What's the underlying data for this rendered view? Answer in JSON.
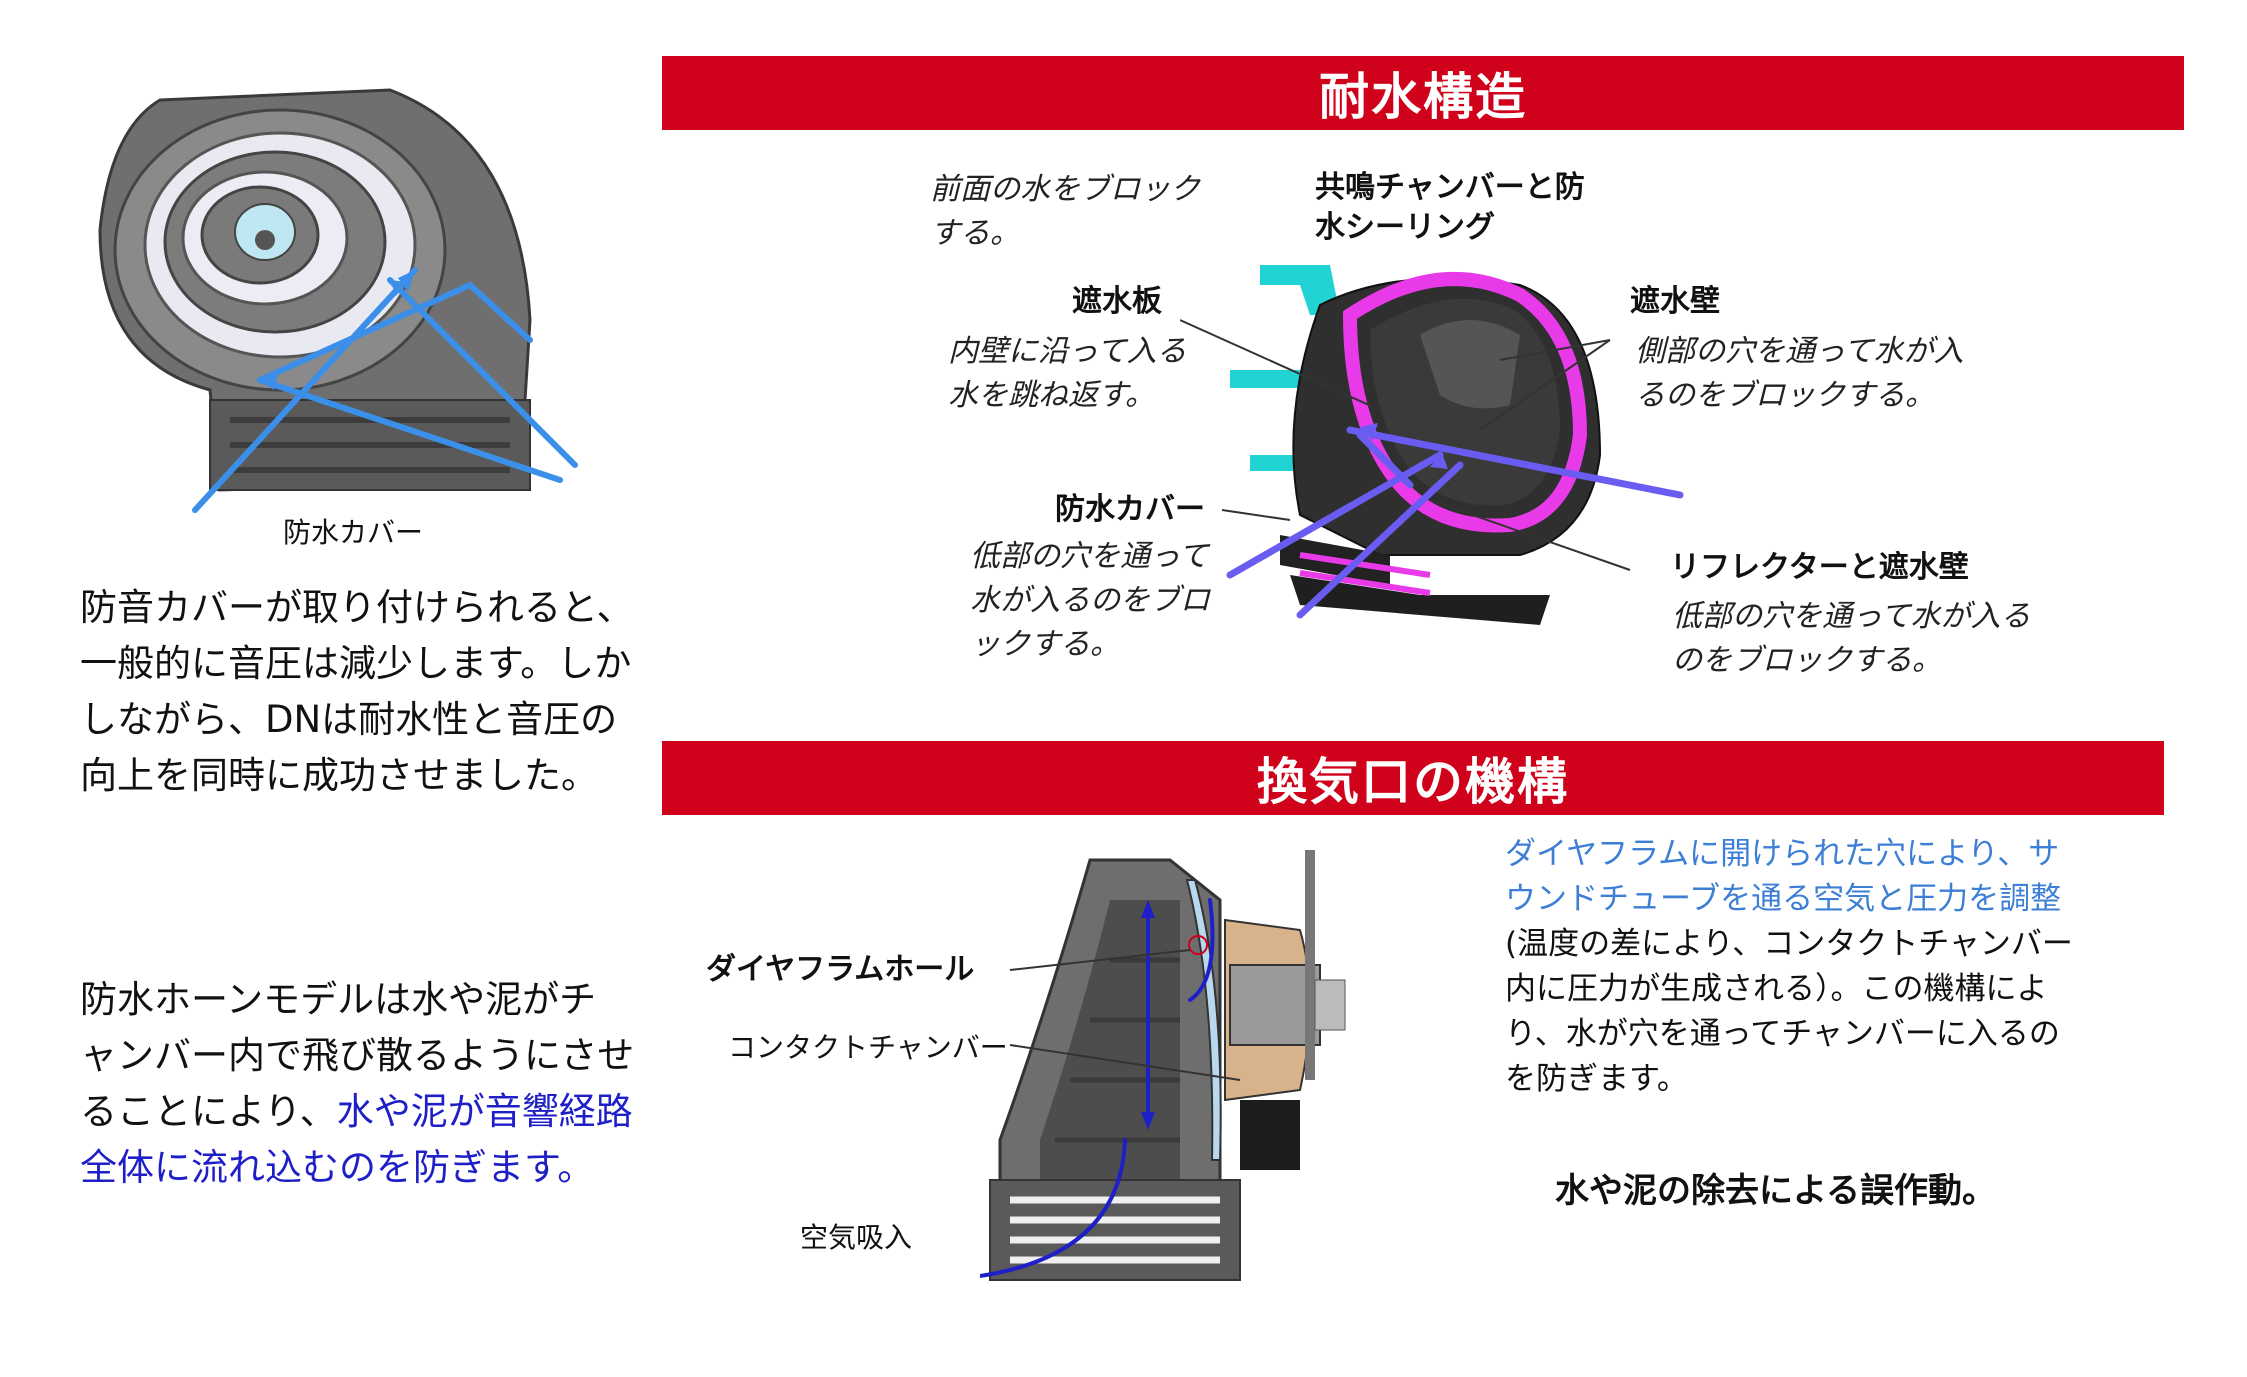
{
  "sections": {
    "waterproof_title": "耐水構造",
    "vent_title": "換気口の機構"
  },
  "left": {
    "cover_label": "防水カバー",
    "para1_lines": [
      "防音カバーが取り付けられると、",
      "一般的に音圧は減少します。しか",
      "しながら、DNは耐水性と音圧の",
      "向上を同時に成功させました。"
    ],
    "para2_lines": [
      "防水ホーンモデルは水や泥がチ",
      "ャンバー内で飛び散るようにさせ",
      "ることにより、"
    ],
    "para2_blue_inline": "水や泥が音響経路",
    "para2_blue_line": "全体に流れ込むのを防ぎます。"
  },
  "waterproof": {
    "front_note_lines": [
      "前面の水をブロック",
      "する。"
    ],
    "chamber_label_lines": [
      "共鳴チャンバーと防",
      "水シーリング"
    ],
    "plate_label": "遮水板",
    "plate_note_lines": [
      "内壁に沿って入る",
      "水を跳ね返す。"
    ],
    "wall_label": "遮水壁",
    "wall_note_lines": [
      "側部の穴を通って水が入",
      "るのをブロックする。"
    ],
    "cover_label": "防水カバー",
    "cover_note_lines": [
      "低部の穴を通って",
      "水が入るのをブロ",
      "ックする。"
    ],
    "reflector_label": "リフレクターと遮水壁",
    "reflector_note_lines": [
      "低部の穴を通って水が入る",
      "のをブロックする。"
    ]
  },
  "vent": {
    "hole_label": "ダイヤフラムホール",
    "contact_label": "コンタクトチャンバー",
    "intake_label": "空気吸入",
    "desc_blue_lines": [
      "ダイヤフラムに開けられた穴により、サ",
      "ウンドチューブを通る空気と圧力を調整"
    ],
    "desc_lines": [
      "(温度の差により、コンタクトチャンバー",
      "内に圧力が生成される）。この機構によ",
      "り、水が穴を通ってチャンバーに入るの",
      "を防ぎます。"
    ],
    "conclusion": "水や泥の除去による誤作動。"
  },
  "colors": {
    "banner": "#d0021b",
    "arrow_blue": "#3b8fe8",
    "arrow_purple": "#6a5cf0",
    "magenta": "#e83ae8",
    "text_blue": "#1f1fc8",
    "text_lightblue": "#3d7fd6"
  }
}
